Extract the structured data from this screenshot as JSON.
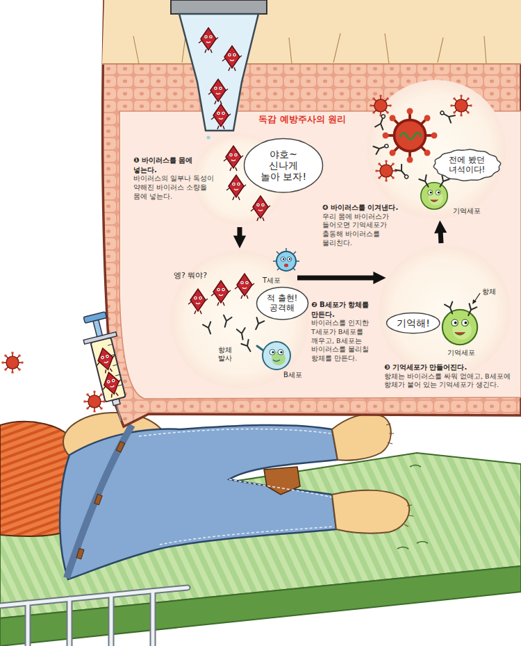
{
  "diagram": {
    "title": "독감 예방주사의 원리",
    "nodes": [
      {
        "text": [
          "❶ 바이러스를 몸에 넣는다.",
          "바이러스의 일부나 독성이 약해진 바이러스 소량을 몸에 넣는다."
        ]
      },
      {
        "text": [
          "야호~ 신나게 놀아 보자!"
        ],
        "in": 0
      },
      {
        "text": [
          "❷ B세포가 항체를 만든다.",
          "바이러스를 인지한 T세포가 B세포를 깨우고, B세포는 바이러스를 물리칠 항체를 만든다."
        ]
      },
      {
        "text": [
          "적 출현! 공격해"
        ],
        "in": 2
      },
      {
        "text": [
          "❸ 기억세포가 만들어진다.",
          "항체는 바이러스를 싸워 없애고, B세포에 항체가 붙어 있는 기억세포가 생긴다."
        ]
      },
      {
        "text": [
          "기억해!"
        ],
        "in": 4
      },
      {
        "text": [
          "❹ 바이러스를 이겨낸다.",
          "우리 몸에 바이러스가 들어오면 기억세포가 출동해 바이러스를 물리친다."
        ]
      },
      {
        "text": [
          "전에 봤던 녀석이다!"
        ],
        "in": 6
      }
    ],
    "edges": [
      {
        "from": 0,
        "to": 2,
        "arrow": "to"
      },
      {
        "from": 2,
        "to": 4,
        "arrow": "to"
      },
      {
        "from": 4,
        "to": 6,
        "arrow": "to"
      }
    ],
    "labels": [
      "엥? 뭐야?",
      "T세포",
      "항체 발사",
      "B세포",
      "항체",
      "기억세포",
      "기억세포"
    ]
  }
}
